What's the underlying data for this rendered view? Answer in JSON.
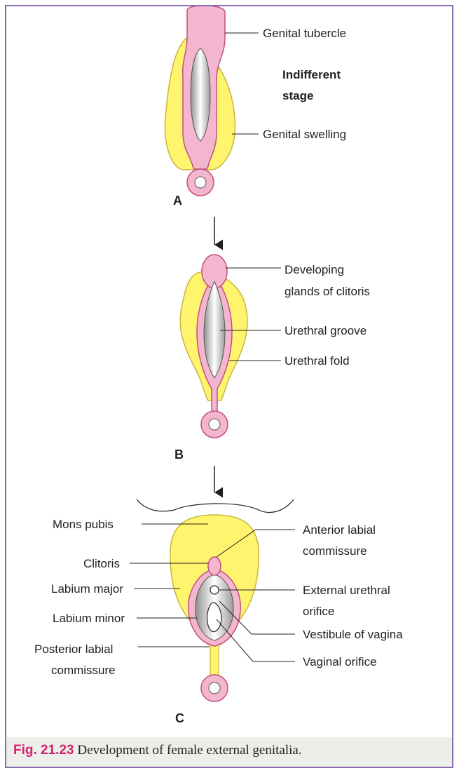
{
  "figure": {
    "panels": {
      "a": {
        "letter": "A",
        "stage_line1": "Indifferent",
        "stage_line2": "stage",
        "labels": {
          "genital_tubercle": "Genital tubercle",
          "genital_swelling": "Genital swelling"
        }
      },
      "b": {
        "letter": "B",
        "labels": {
          "glands_line1": "Developing",
          "glands_line2": "glands of clitoris",
          "urethral_groove": "Urethral groove",
          "urethral_fold": "Urethral fold"
        }
      },
      "c": {
        "letter": "C",
        "labels": {
          "mons_pubis": "Mons pubis",
          "clitoris": "Clitoris",
          "labium_major": "Labium major",
          "labium_minor": "Labium minor",
          "posterior_line1": "Posterior labial",
          "posterior_line2": "commissure",
          "anterior_line1": "Anterior labial",
          "anterior_line2": "commissure",
          "urethral_orifice_line1": "External urethral",
          "urethral_orifice_line2": "orifice",
          "vestibule": "Vestibule of vagina",
          "vaginal_orifice": "Vaginal orifice"
        }
      }
    },
    "caption": {
      "number": "Fig. 21.23",
      "text": "Development of female external genitalia."
    },
    "colors": {
      "border": "#8a6bb0",
      "pink": "#f3b6cf",
      "pink_stroke": "#c2507f",
      "yellow": "#fff46e",
      "yellow_stroke": "#c9b43a",
      "caption_bg": "#eceee9",
      "fig_number": "#d0246e"
    }
  }
}
